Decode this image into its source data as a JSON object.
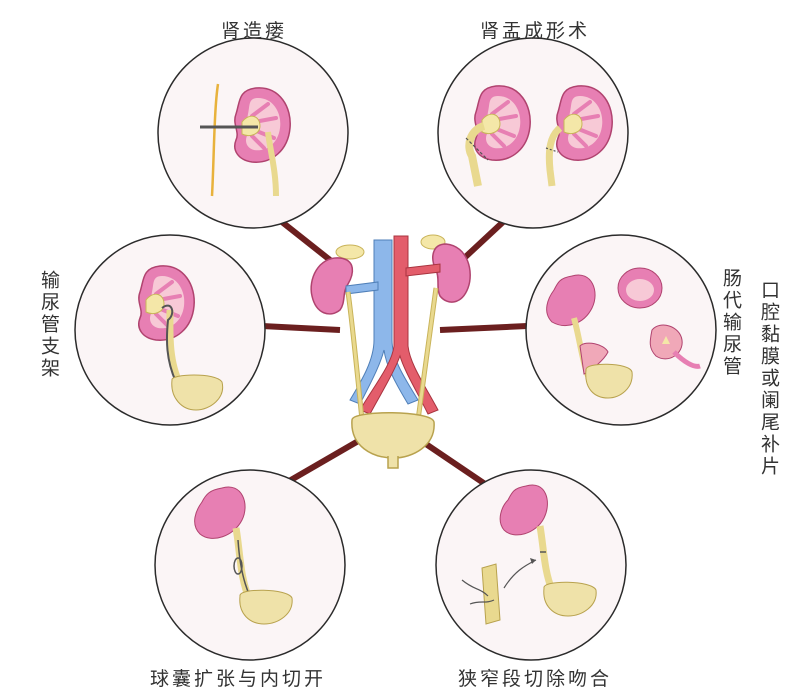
{
  "labels": {
    "top_left": "肾造瘘",
    "top_right": "肾盂成形术",
    "left": "输尿管支架",
    "right_a": "肠代输尿管",
    "right_b": "口腔黏膜或阑尾补片",
    "bottom_left": "球囊扩张与内切开",
    "bottom_right": "狭窄段切除吻合"
  },
  "colors": {
    "kidney": "#e77fb3",
    "kidney_inner": "#f7c9d6",
    "pelvis": "#f4e7a8",
    "ureter": "#e9d98f",
    "bladder": "#efe2a9",
    "artery": "#e35d6b",
    "vein": "#8db7ea",
    "connector": "#6b1f1f",
    "circle_fill": "#fbf5f6",
    "circle_stroke": "#2b2b2b"
  }
}
